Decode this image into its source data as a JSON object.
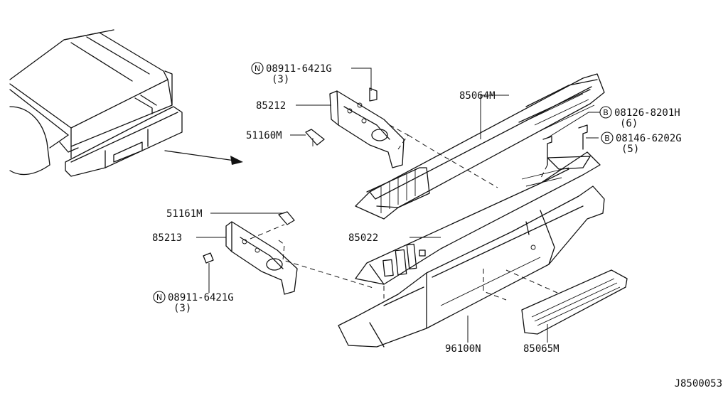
{
  "diagram": {
    "code": "J8500053",
    "parts": [
      {
        "id": "p1",
        "prefix": "N",
        "number": "08911-6421G",
        "qty": "(3)"
      },
      {
        "id": "p2",
        "number": "85212"
      },
      {
        "id": "p3",
        "number": "51160M"
      },
      {
        "id": "p4",
        "number": "85064M"
      },
      {
        "id": "p5",
        "prefix": "B",
        "number": "08126-8201H",
        "qty": "(6)"
      },
      {
        "id": "p6",
        "prefix": "B",
        "number": "08146-6202G",
        "qty": "(5)"
      },
      {
        "id": "p7",
        "number": "51161M"
      },
      {
        "id": "p8",
        "number": "85213"
      },
      {
        "id": "p9",
        "number": "85022"
      },
      {
        "id": "p10",
        "prefix": "N",
        "number": "08911-6421G",
        "qty": "(3)"
      },
      {
        "id": "p11",
        "number": "96100N"
      },
      {
        "id": "p12",
        "number": "85065M"
      }
    ]
  }
}
